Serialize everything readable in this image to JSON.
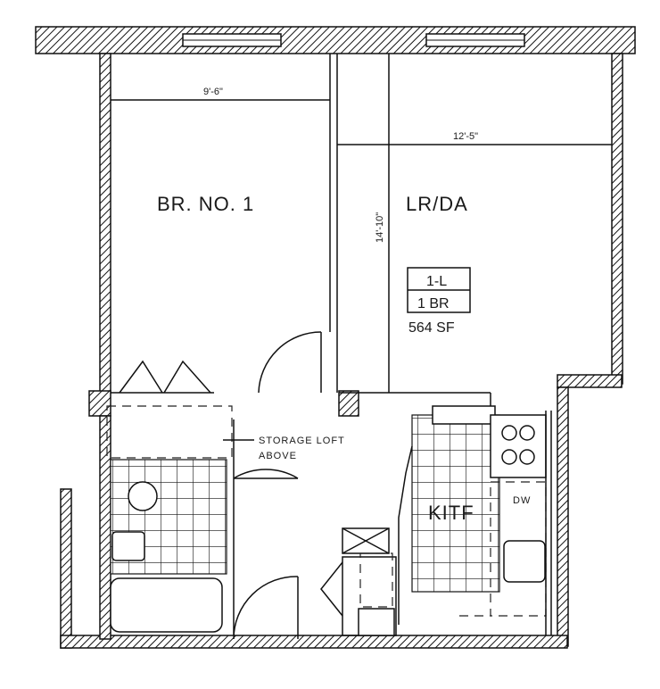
{
  "rooms": {
    "bedroom": "BR. NO. 1",
    "living": "LR/DA",
    "kitchen": "KITF"
  },
  "dimensions": {
    "bedroom_width": "9'-6\"",
    "living_width": "12'-5\"",
    "living_depth": "14'-10\""
  },
  "unit_box": {
    "type": "1-L",
    "bedrooms": "1 BR",
    "area": "564 SF"
  },
  "notes": {
    "storage_line1": "STORAGE LOFT",
    "storage_line2": "ABOVE",
    "dishwasher": "DW"
  }
}
